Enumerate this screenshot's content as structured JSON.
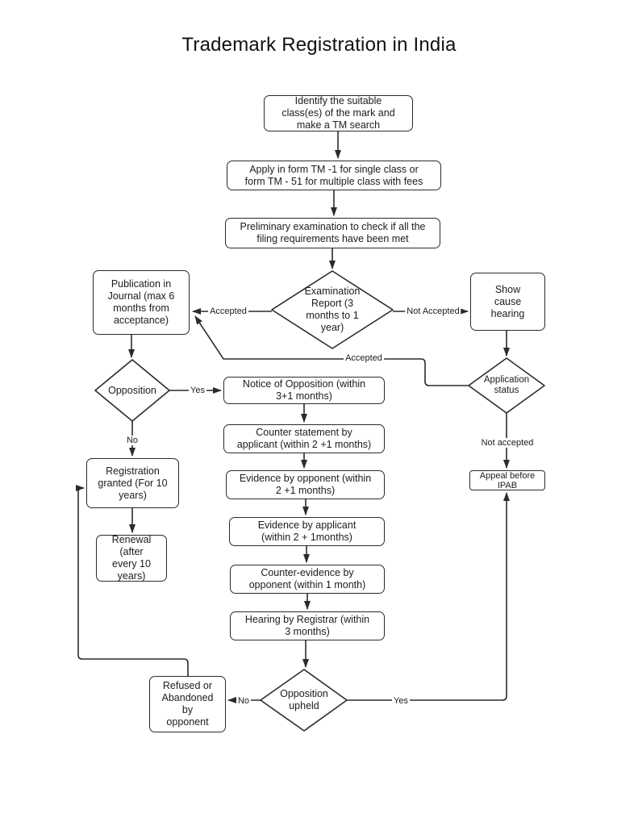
{
  "title": "Trademark Registration in India",
  "colors": {
    "stroke": "#2b2b2b",
    "node_fill": "#ffffff",
    "text": "#1c1c1c"
  },
  "nodes": {
    "identify": {
      "label": "Identify the suitable\nclass(es) of the mark and\nmake a TM search"
    },
    "apply": {
      "label": "Apply in form TM -1 for single class or\nform TM - 51 for multiple class with fees"
    },
    "preliminary": {
      "label": "Preliminary examination to check if all the\nfiling requirements have been met"
    },
    "examination": {
      "label": "Examination\nReport (3\nmonths to 1\nyear)"
    },
    "publication": {
      "label": "Publication in\nJournal (max 6\nmonths from\nacceptance)"
    },
    "show_cause": {
      "label": "Show\ncause\nhearing"
    },
    "opposition": {
      "label": "Opposition"
    },
    "notice": {
      "label": "Notice of Opposition (within\n3+1 months)"
    },
    "counter_statement": {
      "label": "Counter statement by\napplicant (within 2 +1 months)"
    },
    "evidence_opponent": {
      "label": "Evidence by opponent (within\n2 +1 months)"
    },
    "evidence_applicant": {
      "label": "Evidence by applicant\n(within 2 + 1months)"
    },
    "counter_evidence": {
      "label": "Counter-evidence by\nopponent (within 1 month)"
    },
    "hearing": {
      "label": "Hearing by Registrar (within\n3 months)"
    },
    "opposition_upheld": {
      "label": "Opposition\nupheld"
    },
    "refused": {
      "label": "Refused or\nAbandoned\nby\nopponent"
    },
    "registration": {
      "label": "Registration\ngranted (For 10\nyears)"
    },
    "renewal": {
      "label": "Renewal\n(after\nevery 10\nyears)"
    },
    "application_status": {
      "label": "Application\nstatus"
    },
    "appeal": {
      "label": "Appeal before\nIPAB"
    }
  },
  "edge_labels": {
    "accepted_exam": "Accepted",
    "not_accepted_exam": "Not Accepted",
    "accepted_status": "Accepted",
    "yes_opposition": "Yes",
    "no_opposition": "No",
    "not_accepted_status": "Not accepted",
    "no_upheld": "No",
    "yes_upheld": "Yes"
  }
}
